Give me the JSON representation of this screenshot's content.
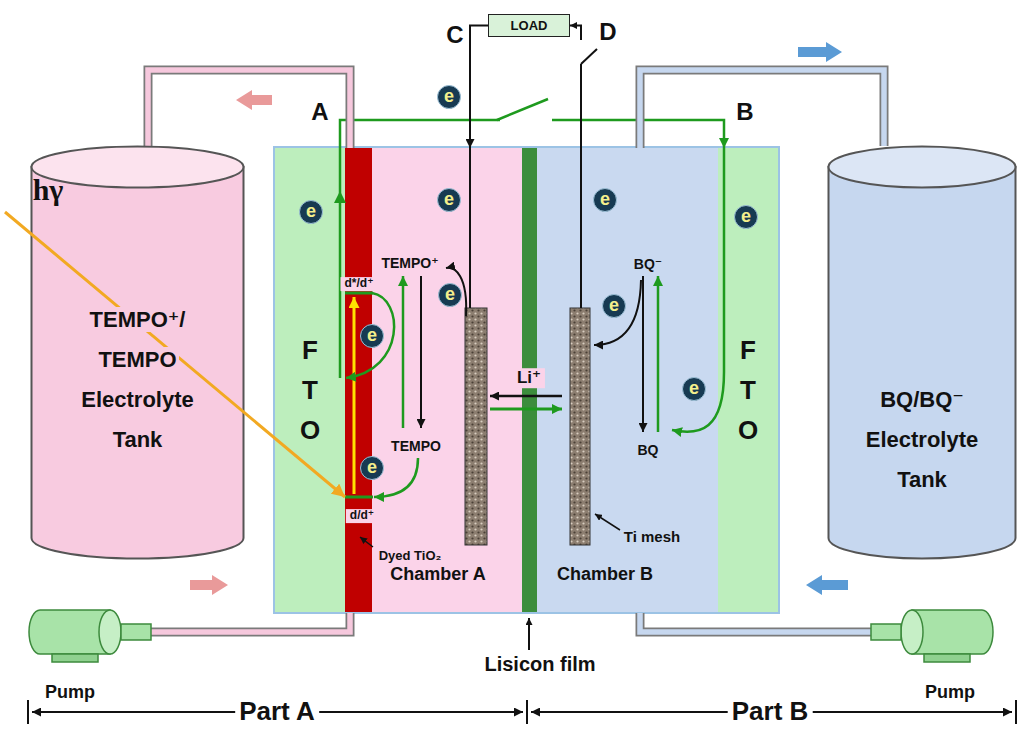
{
  "diagram": {
    "nodes": [
      {
        "text": [
          "LOAD"
        ]
      },
      {
        "text": [
          "e"
        ]
      },
      {
        "text": [
          "TEMPO⁺/ TEMPO Electrolyte Tank"
        ]
      },
      {
        "text": [
          "F T O"
        ]
      },
      {
        "text": [
          "e"
        ],
        "in": 3
      },
      {
        "text": [
          "Chamber A"
        ]
      },
      {
        "text": [
          "e"
        ],
        "in": 5
      },
      {
        "text": [
          "e"
        ],
        "in": 5
      },
      {
        "text": [
          "e"
        ],
        "in": 5
      },
      {
        "text": [
          "e"
        ],
        "in": 5
      },
      {
        "text": [
          "Chamber B"
        ]
      },
      {
        "text": [
          "e"
        ],
        "in": 10
      },
      {
        "text": [
          "e"
        ],
        "in": 10
      },
      {
        "text": [
          "e"
        ],
        "in": 10
      },
      {
        "text": [
          "F T O"
        ]
      },
      {
        "text": [
          "e"
        ],
        "in": 14
      },
      {
        "text": [
          "BQ/BQ⁻ Electrolyte Tank"
        ]
      }
    ],
    "edges": [
      {
        "from": 3,
        "to": 14,
        "arrow": "to"
      },
      {
        "from": 0,
        "to": 5,
        "arrow": "to"
      },
      {
        "from": 10,
        "to": 0,
        "arrow": "to"
      },
      {
        "from": 5,
        "to": 2,
        "arrow": "none"
      },
      {
        "from": 10,
        "to": 16,
        "arrow": "none"
      }
    ],
    "labels": [
      "hγ",
      "C",
      "D",
      "A",
      "B",
      "d*/d⁺",
      "TEMPO⁺",
      "TEMPO",
      "d/d⁺",
      "Dyed TiO₂",
      "Li⁺",
      "BQ⁻",
      "BQ",
      "Ti mesh",
      "Lisicon film",
      "Pump",
      "Pump",
      "Part A",
      "Part B"
    ]
  }
}
